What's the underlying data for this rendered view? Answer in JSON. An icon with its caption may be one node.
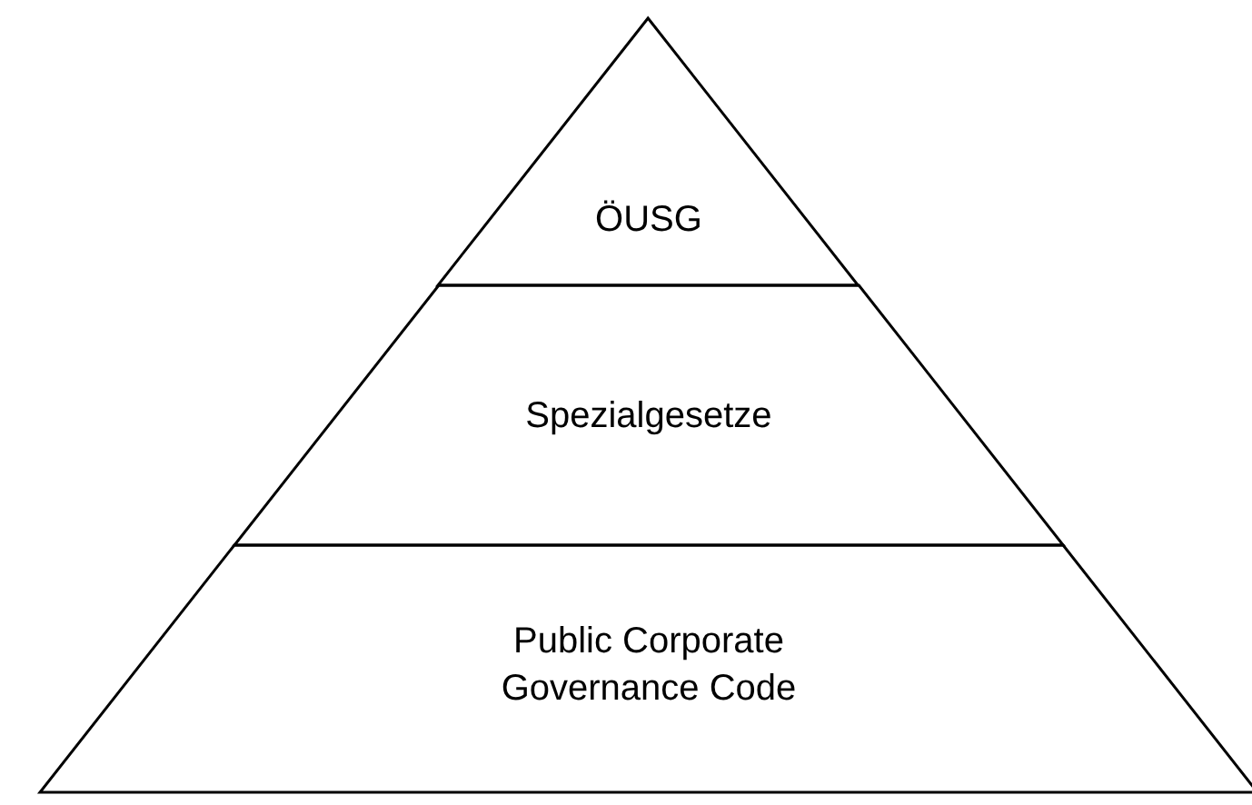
{
  "diagram": {
    "nodes": [
      {
        "text": [
          "ÖUSG"
        ]
      },
      {
        "text": [
          "Spezialgesetze"
        ]
      },
      {
        "text": [
          "Public Corporate Governance Code"
        ]
      }
    ]
  }
}
